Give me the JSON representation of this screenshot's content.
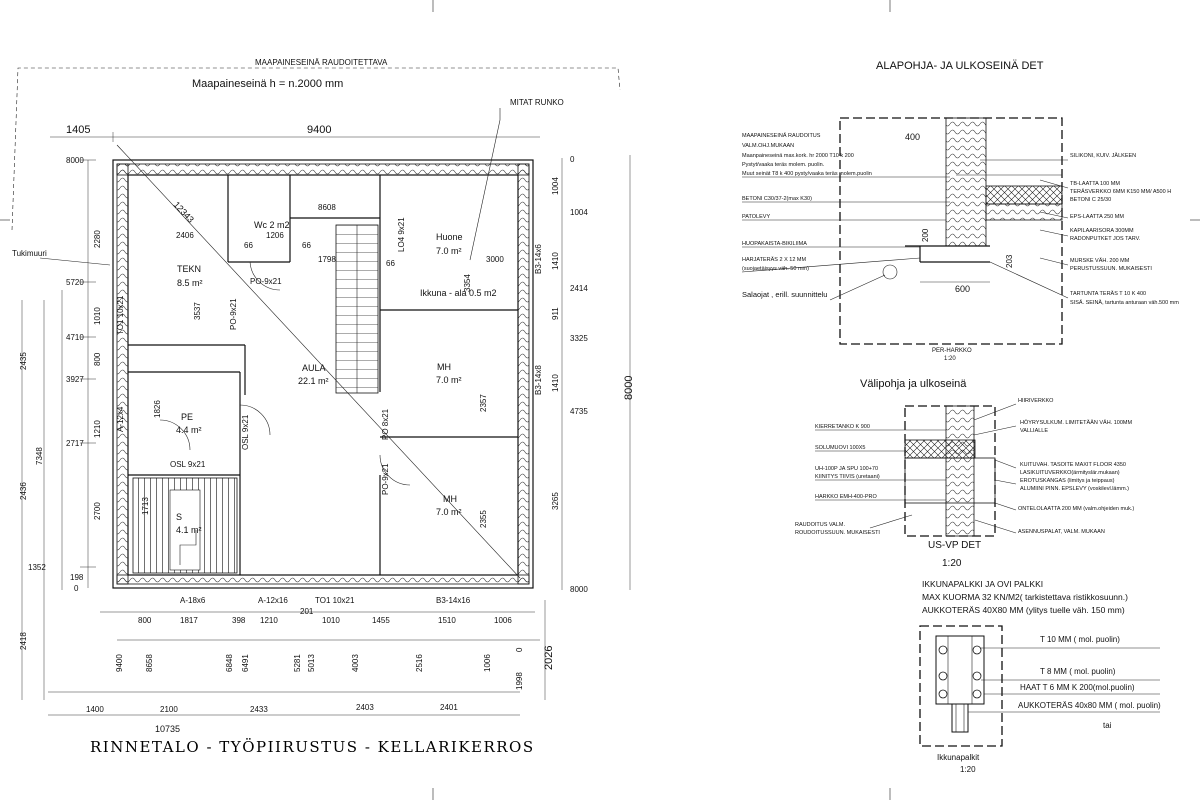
{
  "plan": {
    "title": "RINNETALO - TYÖPIIRUSTUS - KELLARIKERROS",
    "top_note_1": "MAAPAINESEINÄ RAUDOITETTAVA",
    "top_note_2": "Maapaineseinä h = n.2000 mm",
    "mitat_runko": "MITAT RUNKO",
    "tukimuuri": "Tukimuuri",
    "rooms": {
      "tekn": "TEKN",
      "tekn_area": "8.5 m²",
      "wc": "Wc 2 m2",
      "huone": "Huone",
      "huone_area": "7.0 m²",
      "aula": "AULA",
      "aula_area": "22.1 m²",
      "mh1": "MH",
      "mh1_area": "7.0 m²",
      "mh2": "MH",
      "mh2_area": "7.0 m²",
      "pe": "PE",
      "pe_area": "4.4 m²",
      "s": "S",
      "s_area": "4.1 m²"
    },
    "ikkuna_note": "Ikkuna - ala 0.5 m2",
    "openings": {
      "po1": "PO-9x21",
      "po2": "PO-9x21",
      "po3": "PO 8x21",
      "po4": "PO-9x21",
      "lo": "LO4 9x21",
      "to": "TO1 10x21",
      "osl1": "OSL 9x21",
      "osl2": "OSL 9x21",
      "a12v": "A-12x4",
      "b3a": "B3-14x6",
      "b3b": "B3-14x8",
      "a18": "A-18x6",
      "a12": "A-12x16",
      "to2": "TO1 10x21",
      "b3c": "B3-14x16"
    },
    "dims": {
      "d1405": "1405",
      "d9400": "9400",
      "d8000": "8000",
      "d2406": "2406",
      "d1206": "1206",
      "d66a": "66",
      "d66b": "66",
      "d66c": "66",
      "d8608": "8608",
      "d1798": "1798",
      "d3000": "3000",
      "d12343": "12343",
      "d3537": "3537",
      "d2280": "2280",
      "d1010": "1010",
      "d800": "800",
      "d1826": "1826",
      "d1210": "1210",
      "d2700": "2700",
      "d1713": "1713",
      "d3354": "3354",
      "d2357": "2357",
      "d2355": "2355",
      "l8000": "8000",
      "l5720": "5720",
      "l4710": "4710",
      "l3927": "3927",
      "l2717": "2717",
      "l1352": "1352",
      "l198": "198",
      "l0": "0",
      "l2435": "2435",
      "l7348": "7348",
      "l2436": "2436",
      "l2418": "2418",
      "r0": "0",
      "r1004a": "1004",
      "r1004b": "1004",
      "r1410a": "1410",
      "r2414": "2414",
      "r911": "911",
      "r3325": "3325",
      "r1410b": "1410",
      "r4735": "4735",
      "r3265": "3265",
      "r8000b": "8000",
      "r8000big": "8000",
      "r2026": "2026",
      "b800": "800",
      "b1817": "1817",
      "b398": "398",
      "b1210": "1210",
      "b201": "201",
      "b1010": "1010",
      "b1455": "1455",
      "b1510": "1510",
      "b1006": "1006",
      "v9400": "9400",
      "v8658": "8658",
      "v6848": "6848",
      "v6491": "6491",
      "v5281": "5281",
      "v5013": "5013",
      "v4003": "4003",
      "v2516": "2516",
      "v1006": "1006",
      "v1998": "1998",
      "v0": "0",
      "c1400": "1400",
      "c2100": "2100",
      "c2433": "2433",
      "c2403": "2403",
      "c2401": "2401",
      "c10735": "10735"
    }
  },
  "detail1": {
    "title": "ALAPOHJA- JA ULKOSEINÄ DET",
    "d400": "400",
    "d200": "200",
    "d600": "600",
    "d203": "203",
    "labels": [
      "MAAPAINESEINÄ RAUDOITUS",
      "VALM.OHJ.MUKAAN",
      "Maanpaineseinä max.kork. hr 2000  T10 k 200",
      "Pystyt/vaaka teräs molem. puolin.",
      "Muut seinät T8 k 400 pysty/vaaka teräs molem.puolin",
      "BETONI C30/37-2(max K30)",
      "PATOLEVY",
      "HUOPAKAISTA-BIKILIIMA",
      "HARJATERÄS 2 X 12 MM",
      "(suojaetäisyys väh. 50 mm)",
      "Salaojat , erill. suunnittelu"
    ],
    "right_labels": [
      "SILIKONI, KUIV. JÄLKEEN",
      "TB-LAATTA 100 MM",
      "TERÄSVERKKO  6MM K150 MM/ A500 H",
      "BETONI C 25/30",
      "EPS-LAATTA 250 MM",
      "KAPILAARISORA 300MM",
      "RADONPUTKET JOS TARV.",
      "MURSKE VÄH. 200 MM",
      "PERUSTUSSUUN. MUKAISESTI",
      "TARTUNTA TERÄS T 10 K 400",
      "SISÄ. SEINÄ, tartunta anturaan väh.500 mm"
    ],
    "scale_name": "PER-HARKKO",
    "scale": "1:20"
  },
  "detail2": {
    "title": "Välipohja ja ulkoseinä",
    "left_labels": [
      "KIERRETANKO K 900",
      "SOLUMUOVI 100X5",
      "UH-100P JA SPU 100+70",
      "KIINITYS TIIVIS (uretaani)",
      "HARKKO EMH-400-PRO",
      "RAUDOITUS VALM.",
      "ROUDOITUSSUUN. MUKAISESTI"
    ],
    "right_labels": [
      "HIIRIVERKKO",
      "HÖYRYSULKUM. LIMITETÄÄN VÄH. 100MM",
      "VALLIALLE",
      "KUITUVAH. TASOITE MAXIT FLOOR 4350",
      "LASIKUITUVERKKO(ärmityslär.mukaan)",
      "EROTUSKANGAS (limitys ja teippaus)",
      "ALUMIINI PINN. EPSLEVY (voskilevl.lämm.)",
      "ONTELOLAATTA 200 MM (valm.ohjeiden muk.)",
      "ASENNUSPALAT, VALM. MUKAAN"
    ],
    "name": "US-VP DET",
    "scale": "1:20"
  },
  "detail3": {
    "title": "IKKUNAPALKKI JA OVI PALKKI",
    "line1": "MAX KUORMA 32 KN/M2( tarkistettava ristikkosuunn.)",
    "line2": "AUKKOTERÄS 40X80 MM (ylitys tuelle väh. 150 mm)",
    "labels": [
      "T 10 MM ( mol. puolin)",
      "T 8 MM ( mol. puolin)",
      "HAAT T 6 MM K 200(mol.puolin)",
      "AUKKOTERÄS 40x80 MM ( mol. puolin)"
    ],
    "tai": "tai",
    "name": "Ikkunapalkit",
    "scale": "1:20"
  }
}
